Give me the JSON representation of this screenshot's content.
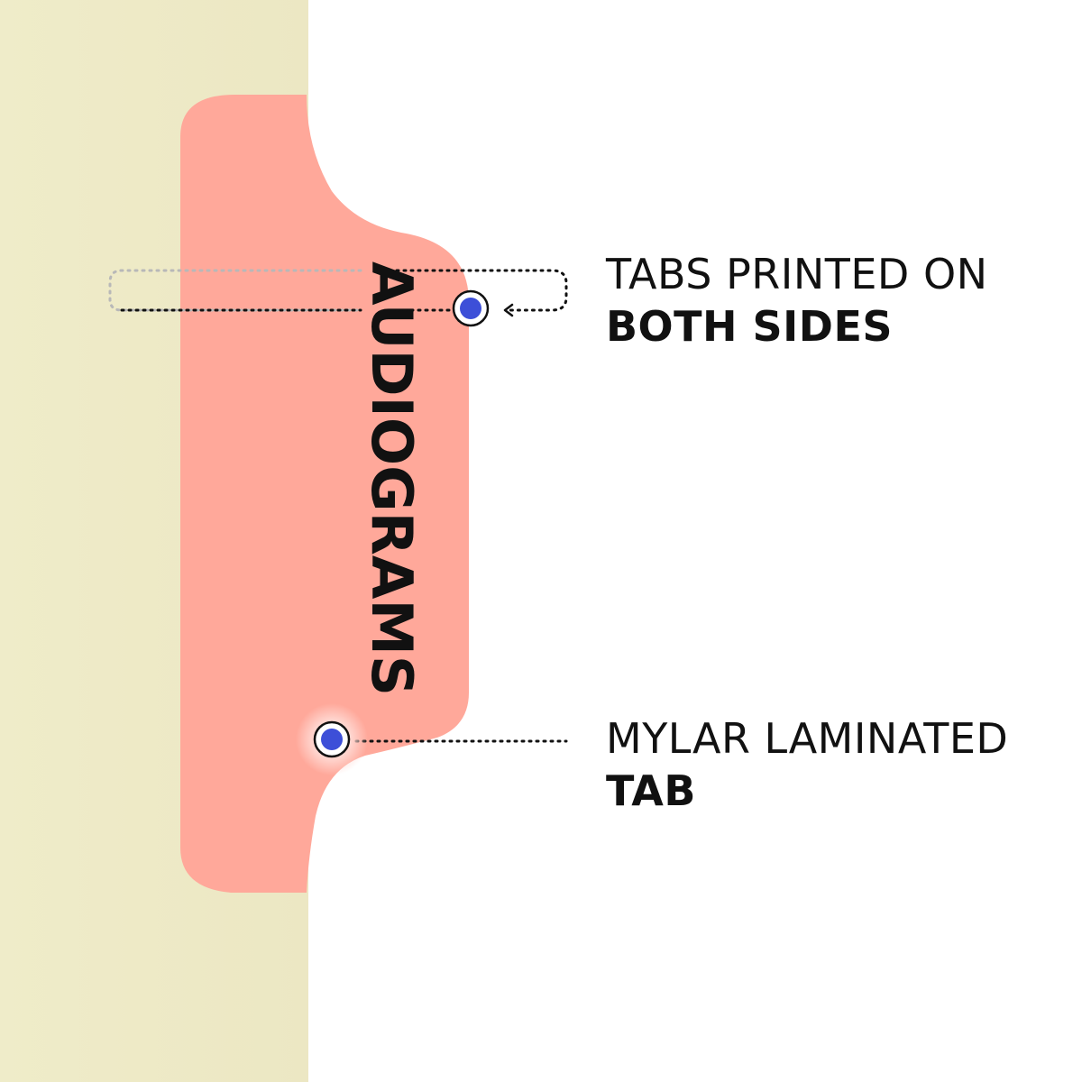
{
  "tab": {
    "label": "AUDIOGRAMS",
    "color": "#ffa89a"
  },
  "folder": {
    "color": "#efecc8"
  },
  "callouts": [
    {
      "line1": "TABS PRINTED ON",
      "line2": "BOTH SIDES",
      "marker_icon": "dot-marker-icon",
      "arrow_icon": "arrow-left-icon"
    },
    {
      "line1": "MYLAR LAMINATED",
      "line2": "TAB",
      "marker_icon": "dot-marker-icon"
    }
  ],
  "marker_color": "#3d4fd8"
}
